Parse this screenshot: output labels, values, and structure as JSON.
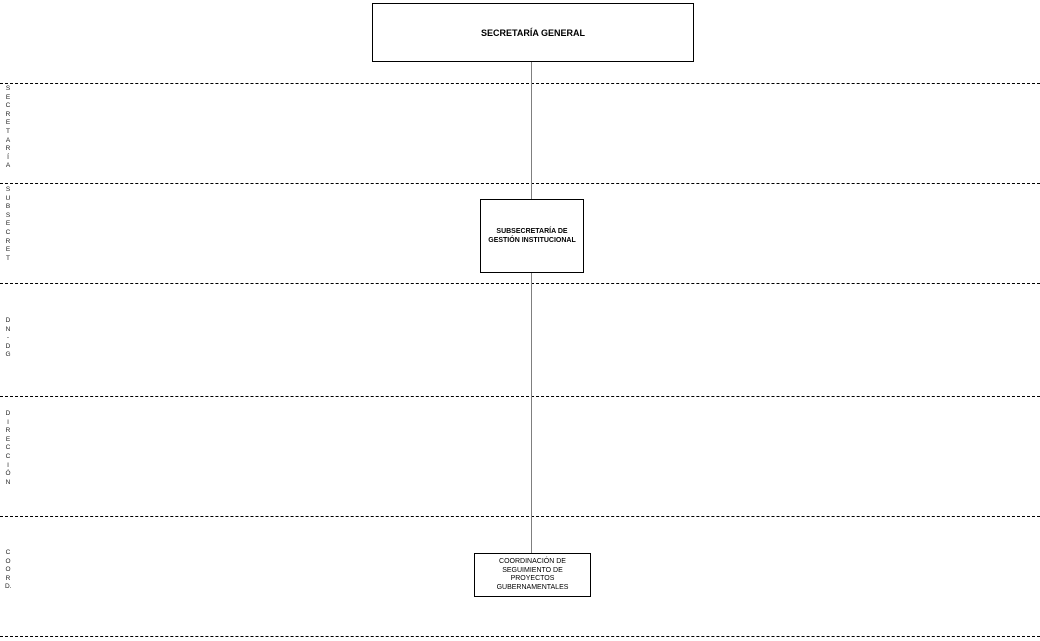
{
  "org_chart": {
    "bands": [
      {
        "id": "secretaria",
        "label": "SECRETARÍA"
      },
      {
        "id": "subsecretaria",
        "label": "SUBSECRET"
      },
      {
        "id": "dn-dg",
        "label": "DN-DG"
      },
      {
        "id": "direccion",
        "label": "DIRECCIÓN"
      },
      {
        "id": "coord",
        "label": "COORD."
      }
    ],
    "units": {
      "secretaria_general": "SECRETARÍA GENERAL",
      "subsecretaria_gestion": "SUBSECRETARÍA DE GESTIÓN INSTITUCIONAL",
      "coordinacion_seguimiento": "COORDINACIÓN DE SEGUIMIENTO DE PROYECTOS GUBERNAMENTALES"
    }
  },
  "colors": {
    "band_line": "#000000",
    "connector": "#7f7f7f",
    "box_border": "#000000"
  }
}
